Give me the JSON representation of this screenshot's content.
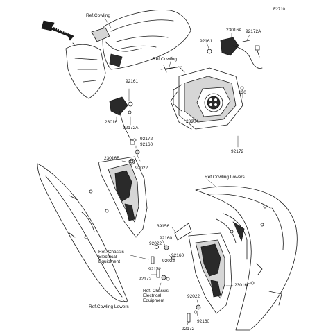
{
  "figure": {
    "code": "F2710",
    "front_label": "FRONT"
  },
  "references": {
    "cowling_top": "Ref.Cowling",
    "cowling_mid": "Ref.Cowling",
    "cowling_lowers_right": "Ref.Cowling Lowers",
    "cowling_lowers_left": "Ref.Cowling Lowers",
    "chassis_elec_left": "Ref. Chassis\nElectrical\nEquipment",
    "chassis_elec_center": "Ref. Chassis\nElectrical\nEquipment"
  },
  "parts": {
    "p23016a": "23016A",
    "p92172a_top": "92172A",
    "p92161_top": "92161",
    "p130": "130",
    "p92161_mid": "92161",
    "p23016": "23016",
    "p92172a_mid": "92172A",
    "p23004": "23004",
    "p92172_right": "92172",
    "p92172_upper": "92172",
    "p92160_upper": "92160",
    "p23016b": "23016B",
    "p92022_upper": "92022",
    "p39156": "39156",
    "p92160_mid": "92160",
    "p92022_mid": "92022",
    "p92160_c": "92160",
    "p92022_c": "92022",
    "p92172_c": "92172",
    "p92172_d": "92172",
    "p23016c": "23016C",
    "p92022_low": "92022",
    "p92160_low": "92160",
    "p92172_bottom": "92172"
  },
  "colors": {
    "line": "#1a1a1a",
    "fill": "#ffffff",
    "shade": "#d6d6d6",
    "dark": "#2a2a2a"
  }
}
